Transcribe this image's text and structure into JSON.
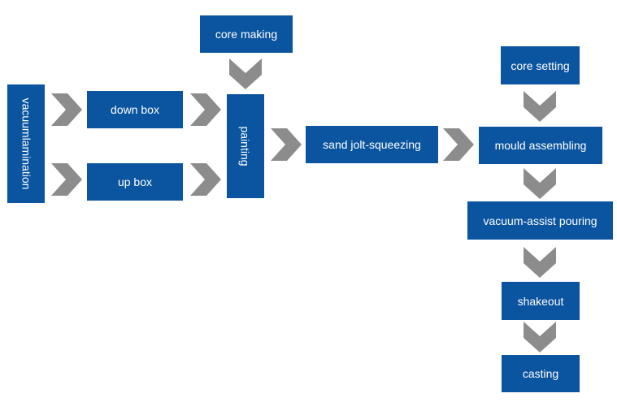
{
  "colors": {
    "box_fill": "#0b55a0",
    "box_text": "#ffffff",
    "arrow_fill": "#8c8c8c",
    "background": "#ffffff"
  },
  "steps": {
    "vacuum_lamination": "vacuumlamination",
    "down_box": "down box",
    "up_box": "up box",
    "core_making": "core making",
    "painting": "painting",
    "sand_jolt_squeezing": "sand jolt-squeezing",
    "core_setting": "core setting",
    "mould_assembling": "mould assembling",
    "vacuum_assist_pouring": "vacuum-assist pouring",
    "shakeout": "shakeout",
    "casting": "casting"
  },
  "arrow_icon": "chevron-arrow-icon"
}
